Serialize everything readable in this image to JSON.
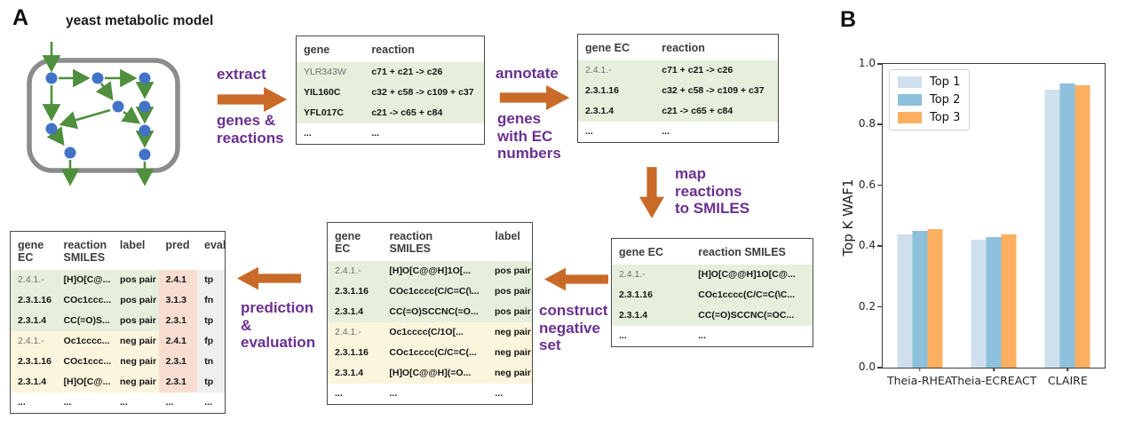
{
  "panel_a": {
    "label": "A",
    "model_title": "yeast metabolic model",
    "arrows": {
      "extract": {
        "top": "extract",
        "lines": [
          "genes &",
          "reactions"
        ]
      },
      "annotate": {
        "top": "annotate",
        "lines": [
          "genes",
          "with EC",
          "numbers"
        ]
      },
      "map": {
        "lines": [
          "map",
          "reactions",
          "to SMILES"
        ]
      },
      "construct": {
        "lines": [
          "construct",
          "negative",
          "set"
        ]
      },
      "predict": {
        "lines": [
          "prediction",
          "&",
          "evaluation"
        ]
      }
    },
    "tables": {
      "t1": {
        "headers": [
          "gene",
          "reaction"
        ],
        "col_widths": [
          "77px",
          "136px"
        ],
        "rows": [
          {
            "cells": [
              "YLR343W",
              "c71 + c21 -> c26"
            ],
            "tone": "green",
            "muted": [
              0
            ]
          },
          {
            "cells": [
              "YIL160C",
              "c32 + c58 -> c109 + c37"
            ],
            "tone": "green"
          },
          {
            "cells": [
              "YFL017C",
              "c21 -> c65 + c84"
            ],
            "tone": "green"
          },
          {
            "cells": [
              "...",
              "..."
            ],
            "tone": "plain"
          }
        ]
      },
      "t2": {
        "headers": [
          "gene EC",
          "reaction"
        ],
        "col_widths": [
          "87px",
          "140px"
        ],
        "rows": [
          {
            "cells": [
              "2.4.1.-",
              "c71 + c21 -> c26"
            ],
            "tone": "green",
            "muted": [
              0
            ]
          },
          {
            "cells": [
              "2.3.1.16",
              "c32 + c58 -> c109 + c37"
            ],
            "tone": "green"
          },
          {
            "cells": [
              "2.3.1.4",
              "c21 -> c65 + c84"
            ],
            "tone": "green"
          },
          {
            "cells": [
              "...",
              "..."
            ],
            "tone": "plain"
          }
        ]
      },
      "t3": {
        "headers": [
          "gene EC",
          "reaction SMILES"
        ],
        "col_widths": [
          "90px",
          "138px"
        ],
        "rows": [
          {
            "cells": [
              "2.4.1.-",
              "[H]O[C@@H]1O[C@..."
            ],
            "tone": "green",
            "muted": [
              0
            ]
          },
          {
            "cells": [
              "2.3.1.16",
              "COc1cccc(C/C=C(\\C..."
            ],
            "tone": "green"
          },
          {
            "cells": [
              "2.3.1.4",
              "CC(=O)SCCNC(=OC..."
            ],
            "tone": "green"
          },
          {
            "cells": [
              "...",
              "..."
            ],
            "tone": "plain"
          }
        ]
      },
      "t4": {
        "headers": [
          "gene\nEC",
          "reaction\nSMILES",
          "label"
        ],
        "col_widths": [
          "62px",
          "120px",
          "50px"
        ],
        "rows": [
          {
            "cells": [
              "2.4.1.-",
              "[H]O[C@@H]1O[...",
              "pos pair"
            ],
            "tone": "green",
            "muted": [
              0
            ]
          },
          {
            "cells": [
              "2.3.1.16",
              "COc1cccc(C/C=C(\\...",
              "pos pair"
            ],
            "tone": "green"
          },
          {
            "cells": [
              "2.3.1.4",
              "CC(=O)SCCNC(=O...",
              "pos pair"
            ],
            "tone": "green"
          },
          {
            "cells": [
              "2.4.1.-",
              "Oc1cccc(C/1O[...",
              "neg pair"
            ],
            "tone": "cream",
            "muted": [
              0
            ]
          },
          {
            "cells": [
              "2.3.1.16",
              "COc1cccc(C/C=C(...",
              "neg pair"
            ],
            "tone": "cream"
          },
          {
            "cells": [
              "2.3.1.4",
              "[H]O[C@@H](=O...",
              "neg pair"
            ],
            "tone": "cream"
          },
          {
            "cells": [
              "...",
              "...",
              "..."
            ],
            "tone": "plain"
          }
        ]
      },
      "t5": {
        "headers": [
          "gene\nEC",
          "reaction\nSMILES",
          "label",
          "pred",
          "eval"
        ],
        "col_widths": [
          "52px",
          "64px",
          "52px",
          "44px",
          "31px"
        ],
        "col_tones": [
          null,
          null,
          null,
          "salmon",
          "gray"
        ],
        "rows": [
          {
            "cells": [
              "2.4.1.-",
              "[H]O[C@...",
              "pos pair",
              "2.4.1",
              "tp"
            ],
            "tone": "green",
            "muted": [
              0
            ]
          },
          {
            "cells": [
              "2.3.1.16",
              "COc1ccc...",
              "pos pair",
              "3.1.3",
              "fn"
            ],
            "tone": "green"
          },
          {
            "cells": [
              "2.3.1.4",
              "CC(=O)S...",
              "pos pair",
              "2.3.1",
              "tp"
            ],
            "tone": "green"
          },
          {
            "cells": [
              "2.4.1.-",
              "Oc1cccc...",
              "neg pair",
              "2.4.1",
              "fp"
            ],
            "tone": "cream",
            "muted": [
              0
            ]
          },
          {
            "cells": [
              "2.3.1.16",
              "COc1ccc...",
              "neg pair",
              "2.3.1",
              "tn"
            ],
            "tone": "cream"
          },
          {
            "cells": [
              "2.3.1.4",
              "[H]O[C@...",
              "neg pair",
              "2.3.1",
              "tp"
            ],
            "tone": "cream"
          },
          {
            "cells": [
              "...",
              "...",
              "...",
              "...",
              "..."
            ],
            "tone": "plain"
          }
        ]
      }
    }
  },
  "panel_b": {
    "label": "B"
  },
  "chart_data": {
    "type": "bar",
    "categories": [
      "Theia-RHEA",
      "Theia-ECREACT",
      "CLAIRE"
    ],
    "series": [
      {
        "name": "Top 1",
        "color": "#cfdfed",
        "values": [
          0.44,
          0.42,
          0.915
        ]
      },
      {
        "name": "Top 2",
        "color": "#8dc0da",
        "values": [
          0.45,
          0.43,
          0.935
        ]
      },
      {
        "name": "Top 3",
        "color": "#fcaf61",
        "values": [
          0.455,
          0.44,
          0.93
        ]
      }
    ],
    "title": "",
    "xlabel": "",
    "ylabel": "Top K WAF1",
    "ylim": [
      0.0,
      1.0
    ],
    "yticks": [
      0.0,
      0.2,
      0.4,
      0.6,
      0.8,
      1.0
    ],
    "grid": false,
    "legend_position": "upper left"
  },
  "colors": {
    "step_text_purple": "#6b3090",
    "block_arrow_orange": "#c96a28",
    "network_arrow_green": "#4f8f3d",
    "network_node_blue": "#4273c8",
    "row_green": "#e5efdc",
    "row_cream": "#fcf5dd",
    "col_salmon": "#f8ddd0",
    "col_gray": "#efefef"
  }
}
